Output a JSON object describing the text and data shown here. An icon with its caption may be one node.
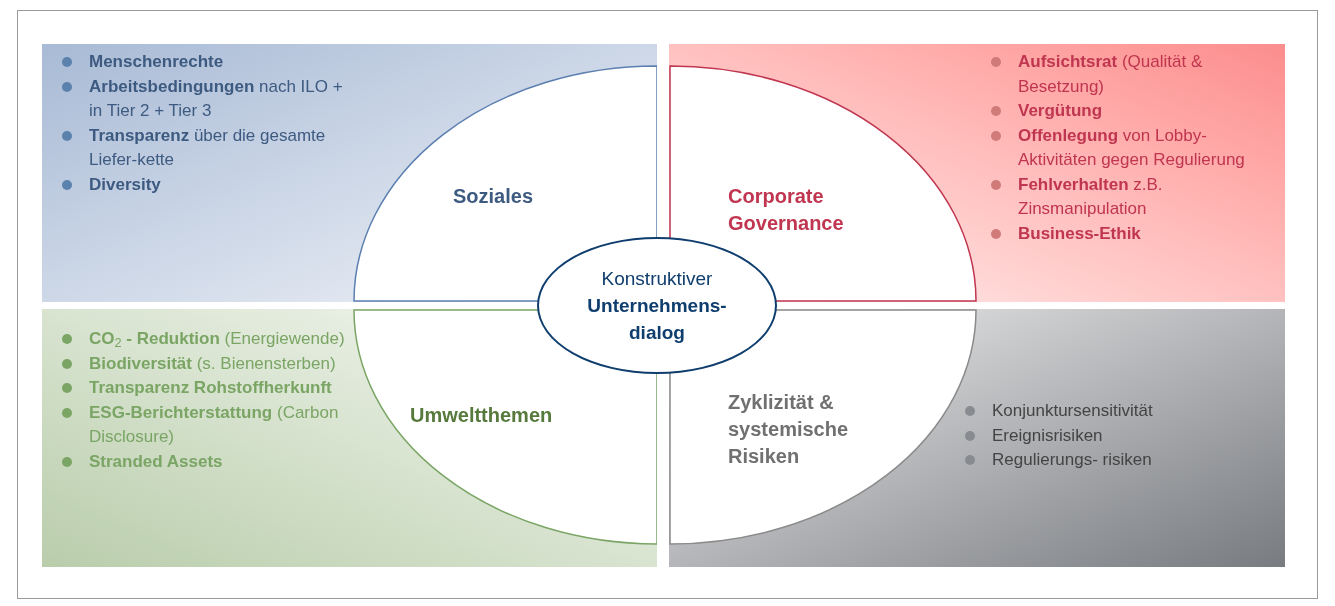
{
  "diagram": {
    "nodes": [
      {
        "text": [
          "**Menschenrechte**",
          "**Arbeitsbedingungen** nach ILO + in Tier 2 + Tier 3",
          "**Transparenz** über die gesamte Liefer-kette",
          "**Diversity**"
        ]
      },
      {
        "text": [
          "Soziales"
        ],
        "in": 0
      },
      {
        "text": [
          "**Aufsichtsrat** (Qualität & Besetzung)",
          "**Vergütung**",
          "**Offenlegung** von Lobby-Aktivitäten gegen Regulierung",
          "**Fehlverhalten** z.B. Zinsmanipulation",
          "**Business-Ethik**"
        ]
      },
      {
        "text": [
          "Corporate Governance"
        ],
        "in": 2
      },
      {
        "text": [
          "**CO**$_{2}$ **- Reduktion** (Energiewende)",
          "**Biodiversität** (s. Bienensterben)",
          "**Transparenz Rohstoffherkunft**",
          "**ESG-Berichterstattung** (Carbon Disclosure)",
          "**Stranded Assets**"
        ]
      },
      {
        "text": [
          "Umweltthemen"
        ],
        "in": 4
      },
      {
        "text": [
          "Konjunktursensitivität",
          "Ereignisrisiken",
          "Regulierungs- risiken"
        ]
      },
      {
        "text": [
          "Zyklizität & systemische Risiken"
        ],
        "in": 6
      },
      {
        "text": [
          "Konstruktiver **Unternehmens- dialog**"
        ]
      }
    ],
    "edges": []
  }
}
